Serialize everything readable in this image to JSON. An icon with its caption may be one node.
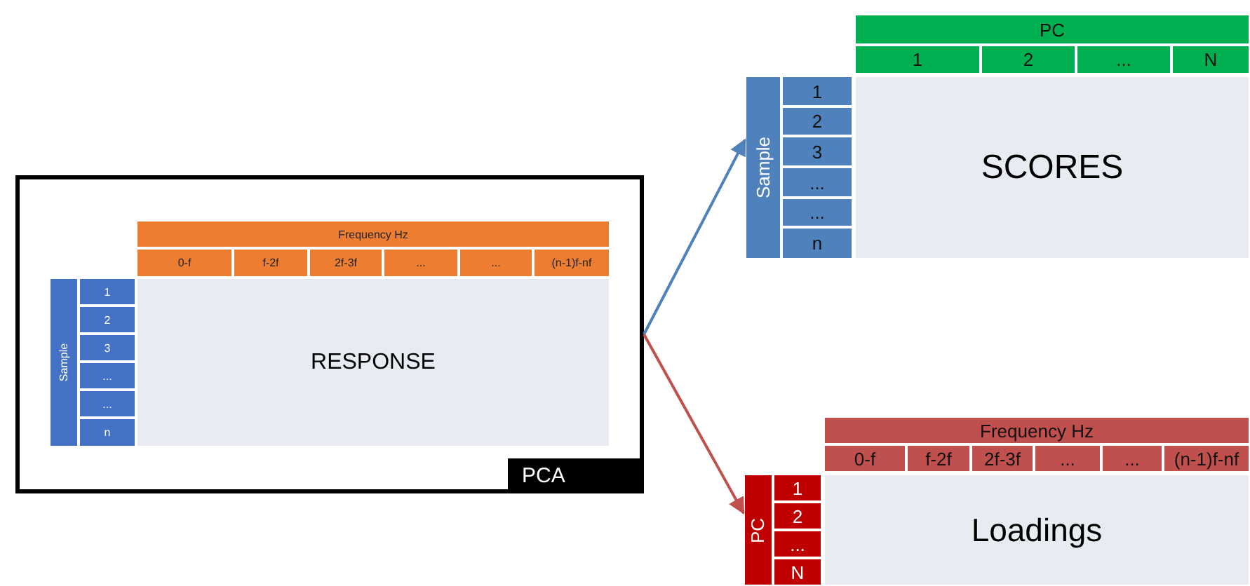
{
  "diagram": {
    "nodes": [
      {
        "text": [
          "PCA"
        ]
      },
      {
        "text": [
          "Frequency Hz"
        ],
        "in": 0
      },
      {
        "text": [
          "0-f"
        ],
        "in": 0
      },
      {
        "text": [
          "f-2f"
        ],
        "in": 0
      },
      {
        "text": [
          "2f-3f"
        ],
        "in": 0
      },
      {
        "text": [
          "..."
        ],
        "in": 0
      },
      {
        "text": [
          "..."
        ],
        "in": 0
      },
      {
        "text": [
          "(n-1)f-nf"
        ],
        "in": 0
      },
      {
        "text": [
          "Sample"
        ],
        "in": 0
      },
      {
        "text": [
          "1"
        ],
        "in": 0
      },
      {
        "text": [
          "2"
        ],
        "in": 0
      },
      {
        "text": [
          "3"
        ],
        "in": 0
      },
      {
        "text": [
          "..."
        ],
        "in": 0
      },
      {
        "text": [
          "..."
        ],
        "in": 0
      },
      {
        "text": [
          "n"
        ],
        "in": 0
      },
      {
        "text": [
          "RESPONSE"
        ],
        "in": 0
      },
      {
        "text": [
          "PC"
        ]
      },
      {
        "text": [
          "1"
        ]
      },
      {
        "text": [
          "2"
        ]
      },
      {
        "text": [
          "..."
        ]
      },
      {
        "text": [
          "N"
        ]
      },
      {
        "text": [
          "Sample"
        ]
      },
      {
        "text": [
          "1"
        ]
      },
      {
        "text": [
          "2"
        ]
      },
      {
        "text": [
          "3"
        ]
      },
      {
        "text": [
          "..."
        ]
      },
      {
        "text": [
          "..."
        ]
      },
      {
        "text": [
          "n"
        ]
      },
      {
        "text": [
          "SCORES"
        ]
      },
      {
        "text": [
          "Frequency Hz"
        ]
      },
      {
        "text": [
          "0-f"
        ]
      },
      {
        "text": [
          "f-2f"
        ]
      },
      {
        "text": [
          "2f-3f"
        ]
      },
      {
        "text": [
          "..."
        ]
      },
      {
        "text": [
          "..."
        ]
      },
      {
        "text": [
          "(n-1)f-nf"
        ]
      },
      {
        "text": [
          "PC"
        ]
      },
      {
        "text": [
          "1"
        ]
      },
      {
        "text": [
          "2"
        ]
      },
      {
        "text": [
          "..."
        ]
      },
      {
        "text": [
          "N"
        ]
      },
      {
        "text": [
          "Loadings"
        ]
      }
    ],
    "edges": [
      {
        "from": 0,
        "to": 21,
        "arrow": "to",
        "color": "#4f81bd"
      },
      {
        "from": 0,
        "to": 36,
        "arrow": "to",
        "color": "#c0504d"
      }
    ]
  }
}
